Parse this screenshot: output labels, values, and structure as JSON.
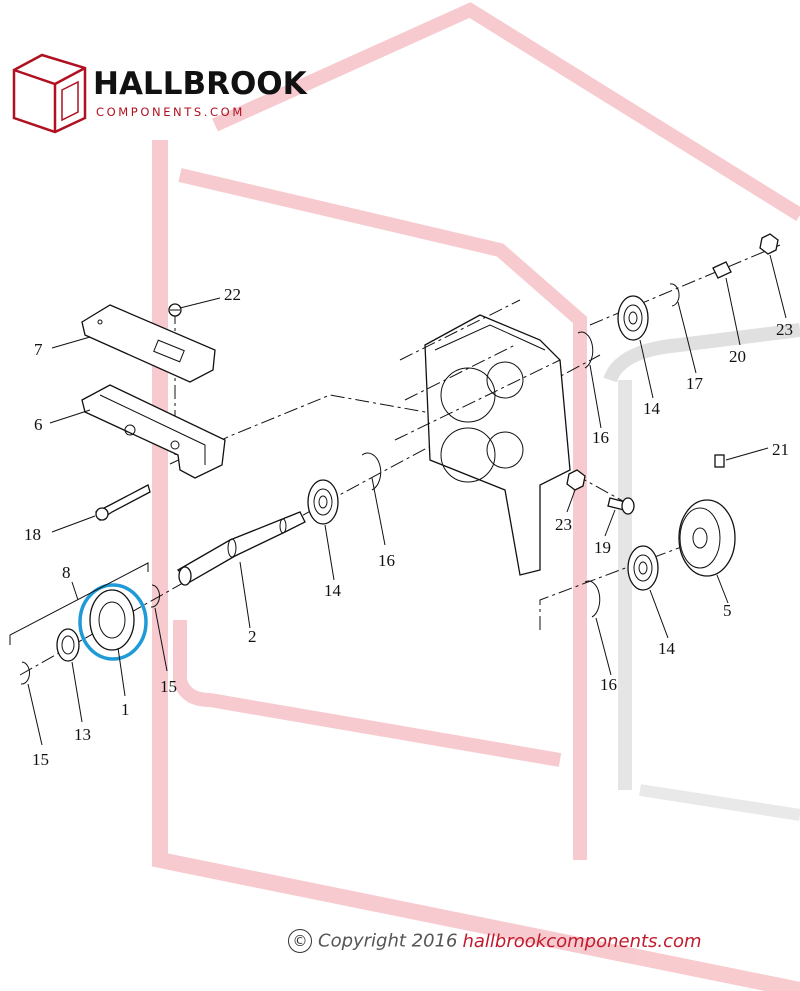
{
  "logo": {
    "name": "HALLBROOK",
    "tagline": "COMPONENTS.COM"
  },
  "copyright": {
    "symbol": "©",
    "text": "Copyright 2016",
    "url": "hallbrookcomponents.com"
  },
  "highlight_color": "#1e9bd7",
  "watermark_color": "#f2a0a8",
  "callouts": [
    {
      "id": "c22",
      "label": "22"
    },
    {
      "id": "c7",
      "label": "7"
    },
    {
      "id": "c6",
      "label": "6"
    },
    {
      "id": "c18",
      "label": "18"
    },
    {
      "id": "c8",
      "label": "8"
    },
    {
      "id": "c2",
      "label": "2"
    },
    {
      "id": "c14a",
      "label": "14"
    },
    {
      "id": "c16a",
      "label": "16"
    },
    {
      "id": "c15a",
      "label": "15"
    },
    {
      "id": "c1",
      "label": "1"
    },
    {
      "id": "c13",
      "label": "13"
    },
    {
      "id": "c15b",
      "label": "15"
    },
    {
      "id": "c16b",
      "label": "16"
    },
    {
      "id": "c14b",
      "label": "14"
    },
    {
      "id": "c17",
      "label": "17"
    },
    {
      "id": "c20",
      "label": "20"
    },
    {
      "id": "c23a",
      "label": "23"
    },
    {
      "id": "c21",
      "label": "21"
    },
    {
      "id": "c23b",
      "label": "23"
    },
    {
      "id": "c19",
      "label": "19"
    },
    {
      "id": "c5",
      "label": "5"
    },
    {
      "id": "c14c",
      "label": "14"
    },
    {
      "id": "c16c",
      "label": "16"
    }
  ]
}
